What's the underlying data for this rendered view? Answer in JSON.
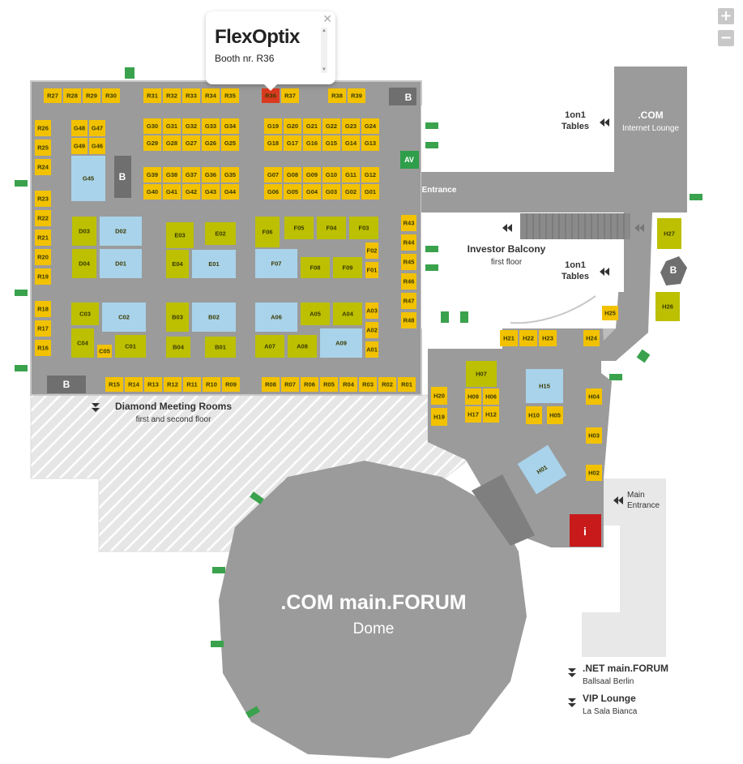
{
  "colors": {
    "floor": "#9b9b9b",
    "booth_yellow": "#f2c200",
    "booth_olive": "#bcc000",
    "booth_blue": "#a9d3ea",
    "selected": "#d93a1f",
    "info": "#c81a1a",
    "av": "#2e9e4a",
    "exit": "#3aa24c"
  },
  "popup": {
    "company": "FlexOptix",
    "booth": "Booth nr. R36",
    "close_icon": "close-icon"
  },
  "zoom": {
    "in": "+",
    "out": "−"
  },
  "labels": {
    "entrance_top": "Entrance",
    "entrance_mid": "Entrance",
    "com_lounge_title": ".COM",
    "com_lounge_sub": "Internet Lounge",
    "tables_top_1": "1on1",
    "tables_top_2": "Tables",
    "investor_title": "Investor Balcony",
    "investor_sub": "first floor",
    "tables_mid_1": "1on1",
    "tables_mid_2": "Tables",
    "diamond_title": "Diamond Meeting Rooms",
    "diamond_sub": "first and second floor",
    "main_entrance_1": "Main",
    "main_entrance_2": "Entrance",
    "forum_title": ".COM main.FORUM",
    "forum_sub": "Dome",
    "net_forum_title": ".NET main.FORUM",
    "net_forum_sub": "Ballsaal Berlin",
    "vip_title": "VIP Lounge",
    "vip_sub": "La Sala Bianca",
    "av": "AV",
    "info": "i",
    "b": "B"
  },
  "booths": [
    {
      "id": "R27",
      "c": "y"
    },
    {
      "id": "R28",
      "c": "y"
    },
    {
      "id": "R29",
      "c": "y"
    },
    {
      "id": "R30",
      "c": "y"
    },
    {
      "id": "R31",
      "c": "y"
    },
    {
      "id": "R32",
      "c": "y"
    },
    {
      "id": "R33",
      "c": "y"
    },
    {
      "id": "R34",
      "c": "y"
    },
    {
      "id": "R35",
      "c": "y"
    },
    {
      "id": "R36",
      "c": "s"
    },
    {
      "id": "R37",
      "c": "y"
    },
    {
      "id": "R38",
      "c": "y"
    },
    {
      "id": "R39",
      "c": "y"
    },
    {
      "id": "R26",
      "c": "y"
    },
    {
      "id": "R25",
      "c": "y"
    },
    {
      "id": "R24",
      "c": "y"
    },
    {
      "id": "R23",
      "c": "y"
    },
    {
      "id": "R22",
      "c": "y"
    },
    {
      "id": "R21",
      "c": "y"
    },
    {
      "id": "R20",
      "c": "y"
    },
    {
      "id": "R19",
      "c": "y"
    },
    {
      "id": "R18",
      "c": "y"
    },
    {
      "id": "R17",
      "c": "y"
    },
    {
      "id": "R16",
      "c": "y"
    },
    {
      "id": "G48",
      "c": "y"
    },
    {
      "id": "G47",
      "c": "y"
    },
    {
      "id": "G49",
      "c": "y"
    },
    {
      "id": "G46",
      "c": "y"
    },
    {
      "id": "G45",
      "c": "b"
    },
    {
      "id": "G30",
      "c": "y"
    },
    {
      "id": "G31",
      "c": "y"
    },
    {
      "id": "G32",
      "c": "y"
    },
    {
      "id": "G33",
      "c": "y"
    },
    {
      "id": "G34",
      "c": "y"
    },
    {
      "id": "G29",
      "c": "y"
    },
    {
      "id": "G28",
      "c": "y"
    },
    {
      "id": "G27",
      "c": "y"
    },
    {
      "id": "G26",
      "c": "y"
    },
    {
      "id": "G25",
      "c": "y"
    },
    {
      "id": "G19",
      "c": "y"
    },
    {
      "id": "G20",
      "c": "y"
    },
    {
      "id": "G21",
      "c": "y"
    },
    {
      "id": "G22",
      "c": "y"
    },
    {
      "id": "G23",
      "c": "y"
    },
    {
      "id": "G24",
      "c": "y"
    },
    {
      "id": "G18",
      "c": "y"
    },
    {
      "id": "G17",
      "c": "y"
    },
    {
      "id": "G16",
      "c": "y"
    },
    {
      "id": "G15",
      "c": "y"
    },
    {
      "id": "G14",
      "c": "y"
    },
    {
      "id": "G13",
      "c": "y"
    },
    {
      "id": "G39",
      "c": "y"
    },
    {
      "id": "G38",
      "c": "y"
    },
    {
      "id": "G37",
      "c": "y"
    },
    {
      "id": "G36",
      "c": "y"
    },
    {
      "id": "G35",
      "c": "y"
    },
    {
      "id": "G40",
      "c": "y"
    },
    {
      "id": "G41",
      "c": "y"
    },
    {
      "id": "G42",
      "c": "y"
    },
    {
      "id": "G43",
      "c": "y"
    },
    {
      "id": "G44",
      "c": "y"
    },
    {
      "id": "G07",
      "c": "y"
    },
    {
      "id": "G08",
      "c": "y"
    },
    {
      "id": "G09",
      "c": "y"
    },
    {
      "id": "G10",
      "c": "y"
    },
    {
      "id": "G11",
      "c": "y"
    },
    {
      "id": "G12",
      "c": "y"
    },
    {
      "id": "G06",
      "c": "y"
    },
    {
      "id": "G05",
      "c": "y"
    },
    {
      "id": "G04",
      "c": "y"
    },
    {
      "id": "G03",
      "c": "y"
    },
    {
      "id": "G02",
      "c": "y"
    },
    {
      "id": "G01",
      "c": "y"
    },
    {
      "id": "D03",
      "c": "o"
    },
    {
      "id": "D02",
      "c": "b"
    },
    {
      "id": "D04",
      "c": "o"
    },
    {
      "id": "D01",
      "c": "b"
    },
    {
      "id": "E03",
      "c": "o"
    },
    {
      "id": "E02",
      "c": "o"
    },
    {
      "id": "E04",
      "c": "o"
    },
    {
      "id": "E01",
      "c": "b"
    },
    {
      "id": "F06",
      "c": "o"
    },
    {
      "id": "F05",
      "c": "o"
    },
    {
      "id": "F04",
      "c": "o"
    },
    {
      "id": "F03",
      "c": "o"
    },
    {
      "id": "F02",
      "c": "y"
    },
    {
      "id": "F07",
      "c": "b"
    },
    {
      "id": "F08",
      "c": "o"
    },
    {
      "id": "F09",
      "c": "o"
    },
    {
      "id": "F01",
      "c": "y"
    },
    {
      "id": "C03",
      "c": "o"
    },
    {
      "id": "C02",
      "c": "b"
    },
    {
      "id": "C04",
      "c": "o"
    },
    {
      "id": "C05",
      "c": "y"
    },
    {
      "id": "C01",
      "c": "o"
    },
    {
      "id": "B03",
      "c": "o"
    },
    {
      "id": "B02",
      "c": "b"
    },
    {
      "id": "B04",
      "c": "o"
    },
    {
      "id": "B01",
      "c": "o"
    },
    {
      "id": "A06",
      "c": "b"
    },
    {
      "id": "A05",
      "c": "o"
    },
    {
      "id": "A04",
      "c": "o"
    },
    {
      "id": "A03",
      "c": "y"
    },
    {
      "id": "A02",
      "c": "y"
    },
    {
      "id": "A07",
      "c": "o"
    },
    {
      "id": "A08",
      "c": "o"
    },
    {
      "id": "A09",
      "c": "b"
    },
    {
      "id": "A01",
      "c": "y"
    },
    {
      "id": "R15",
      "c": "y"
    },
    {
      "id": "R14",
      "c": "y"
    },
    {
      "id": "R13",
      "c": "y"
    },
    {
      "id": "R12",
      "c": "y"
    },
    {
      "id": "R11",
      "c": "y"
    },
    {
      "id": "R10",
      "c": "y"
    },
    {
      "id": "R09",
      "c": "y"
    },
    {
      "id": "R08",
      "c": "y"
    },
    {
      "id": "R07",
      "c": "y"
    },
    {
      "id": "R06",
      "c": "y"
    },
    {
      "id": "R05",
      "c": "y"
    },
    {
      "id": "R04",
      "c": "y"
    },
    {
      "id": "R03",
      "c": "y"
    },
    {
      "id": "R02",
      "c": "y"
    },
    {
      "id": "R01",
      "c": "y"
    },
    {
      "id": "R43",
      "c": "y"
    },
    {
      "id": "R44",
      "c": "y"
    },
    {
      "id": "R45",
      "c": "y"
    },
    {
      "id": "R46",
      "c": "y"
    },
    {
      "id": "R47",
      "c": "y"
    },
    {
      "id": "R48",
      "c": "y"
    },
    {
      "id": "H27",
      "c": "o"
    },
    {
      "id": "H26",
      "c": "o"
    },
    {
      "id": "H25",
      "c": "y"
    },
    {
      "id": "H21",
      "c": "y"
    },
    {
      "id": "H22",
      "c": "y"
    },
    {
      "id": "H23",
      "c": "y"
    },
    {
      "id": "H24",
      "c": "y"
    },
    {
      "id": "H07",
      "c": "o"
    },
    {
      "id": "H09",
      "c": "y"
    },
    {
      "id": "H06",
      "c": "y"
    },
    {
      "id": "H17",
      "c": "y"
    },
    {
      "id": "H12",
      "c": "y"
    },
    {
      "id": "H15",
      "c": "b"
    },
    {
      "id": "H10",
      "c": "y"
    },
    {
      "id": "H05",
      "c": "y"
    },
    {
      "id": "H20",
      "c": "y"
    },
    {
      "id": "H19",
      "c": "y"
    },
    {
      "id": "H04",
      "c": "y"
    },
    {
      "id": "H03",
      "c": "y"
    },
    {
      "id": "H02",
      "c": "y"
    },
    {
      "id": "H01",
      "c": "b"
    }
  ]
}
